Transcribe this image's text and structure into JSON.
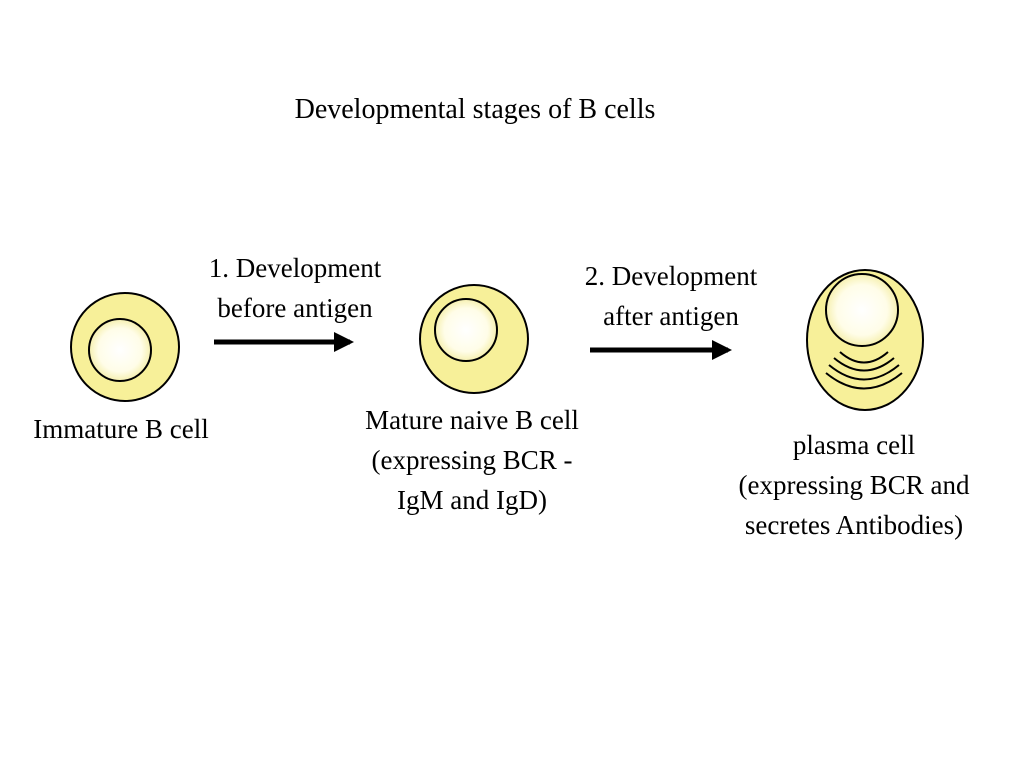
{
  "title": "Developmental stages of B cells",
  "stages": [
    {
      "id": "immature",
      "label": [
        "Immature B cell"
      ]
    },
    {
      "id": "mature",
      "label": [
        "Mature naive B cell",
        "(expressing BCR -",
        "IgM and IgD)"
      ]
    },
    {
      "id": "plasma",
      "label": [
        "plasma cell",
        "(expressing BCR and",
        "secretes Antibodies)"
      ]
    }
  ],
  "transitions": [
    {
      "label": [
        "1. Development",
        "before antigen"
      ]
    },
    {
      "label": [
        "2. Development",
        "after antigen"
      ]
    }
  ],
  "colors": {
    "cell_fill": "#f7f099",
    "nucleus_fill": "#ffffff",
    "outline": "#000000",
    "arrow": "#000000"
  }
}
